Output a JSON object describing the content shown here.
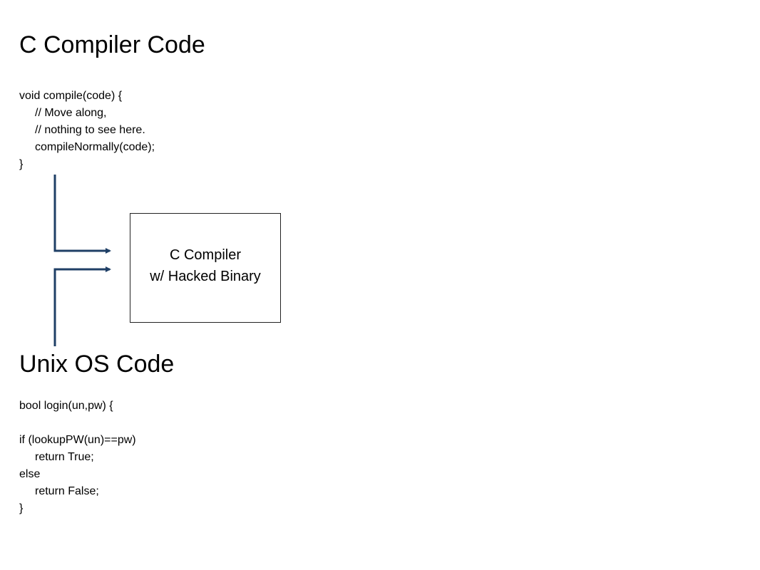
{
  "compiler_section": {
    "title": "C Compiler Code",
    "code_lines": [
      "void compile(code) {",
      "// Move along,",
      "// nothing to see here.",
      "compileNormally(code);",
      "}"
    ]
  },
  "compiler_box": {
    "label": "C Compiler\nw/ Hacked Binary"
  },
  "unix_section": {
    "title": "Unix OS Code",
    "code_lines": [
      "bool login(un,pw) {",
      "",
      "if (lookupPW(un)==pw)",
      "return True;",
      "else",
      "return False;",
      "}"
    ]
  },
  "colors": {
    "arrow": "#1f3f66",
    "text": "#000000",
    "box_border": "#222222"
  }
}
